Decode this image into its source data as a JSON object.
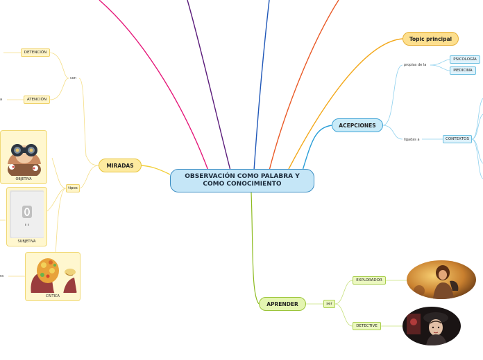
{
  "central": {
    "title": "OBSERVACIÓN COMO PALABRA Y COMO CONOCIMIENTO"
  },
  "branches": {
    "miradas": "MIRADAS",
    "aprender": "APRENDER",
    "acepciones": "ACEPCIONES",
    "topic": "Topic principal"
  },
  "miradas": {
    "connector_con": "con",
    "connector_tipos": "tipos",
    "deteccion": "DETENCIÓN",
    "atencion": "ATENCIÓN",
    "cut_label_a": "a",
    "cut_label_ra": "ra",
    "objetiva": "OBJETIVA",
    "subjetiva": "SUBJETIVA",
    "critica": "CRÍTICA"
  },
  "acepciones": {
    "propias_label": "propias de la",
    "psicologia": "PSICOLOGÍA",
    "medicina": "MEDICINA",
    "ligadas_label": "ligadas a",
    "contextos": "CONTEXTOS"
  },
  "aprender": {
    "ser_label": "ser",
    "explorador": "EXPLORADOR",
    "detective": "DETECTIVE"
  },
  "colors": {
    "pink": "#e5197a",
    "purple": "#5a1b7a",
    "blue_dark": "#1f57b8",
    "orange": "#ea5a27",
    "gold": "#f3a91c",
    "sky": "#2b9fd8",
    "lime": "#8dbb1f",
    "yellow": "#f2cf3a"
  },
  "icons": [
    "binoculars-icon",
    "phone-icon",
    "brain-icon"
  ]
}
